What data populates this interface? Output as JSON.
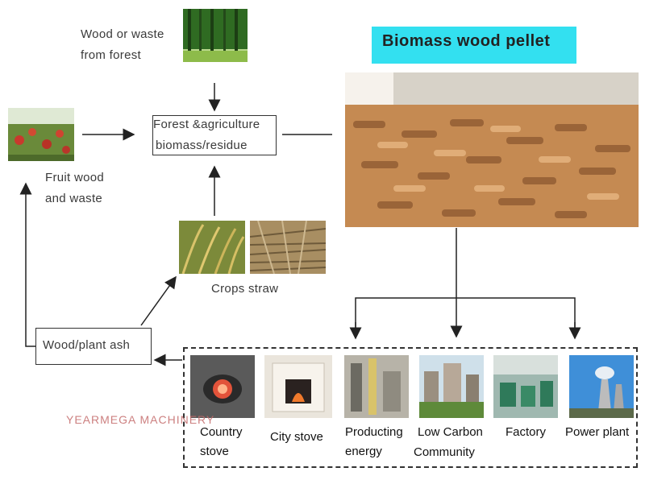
{
  "title": "Biomass wood pellet",
  "sources": {
    "forest_label_line1": "Wood or waste",
    "forest_label_line2": "from forest",
    "fruit_label_line1": "Fruit wood",
    "fruit_label_line2": "and waste",
    "crops_label": "Crops straw"
  },
  "center_box": {
    "line1": "Forest &agriculture",
    "line2": "biomass/residue"
  },
  "ash_box": "Wood/plant ash",
  "watermark": "YEARMEGA MACHINERY",
  "uses": [
    {
      "line1": "Country",
      "line2": "stove",
      "icon": "country-stove-photo"
    },
    {
      "line1": "City stove",
      "line2": "",
      "icon": "city-stove-photo"
    },
    {
      "line1": "Producting",
      "line2": "energy",
      "icon": "energy-plant-photo"
    },
    {
      "line1": "Low Carbon",
      "line2": "Community",
      "icon": "community-photo"
    },
    {
      "line1": "Factory",
      "line2": "",
      "icon": "factory-photo"
    },
    {
      "line1": "Power plant",
      "line2": "",
      "icon": "power-plant-photo"
    }
  ],
  "colors": {
    "title_bg": "#33e0f0",
    "arrow": "#222222",
    "watermark": "#c46a6a"
  }
}
